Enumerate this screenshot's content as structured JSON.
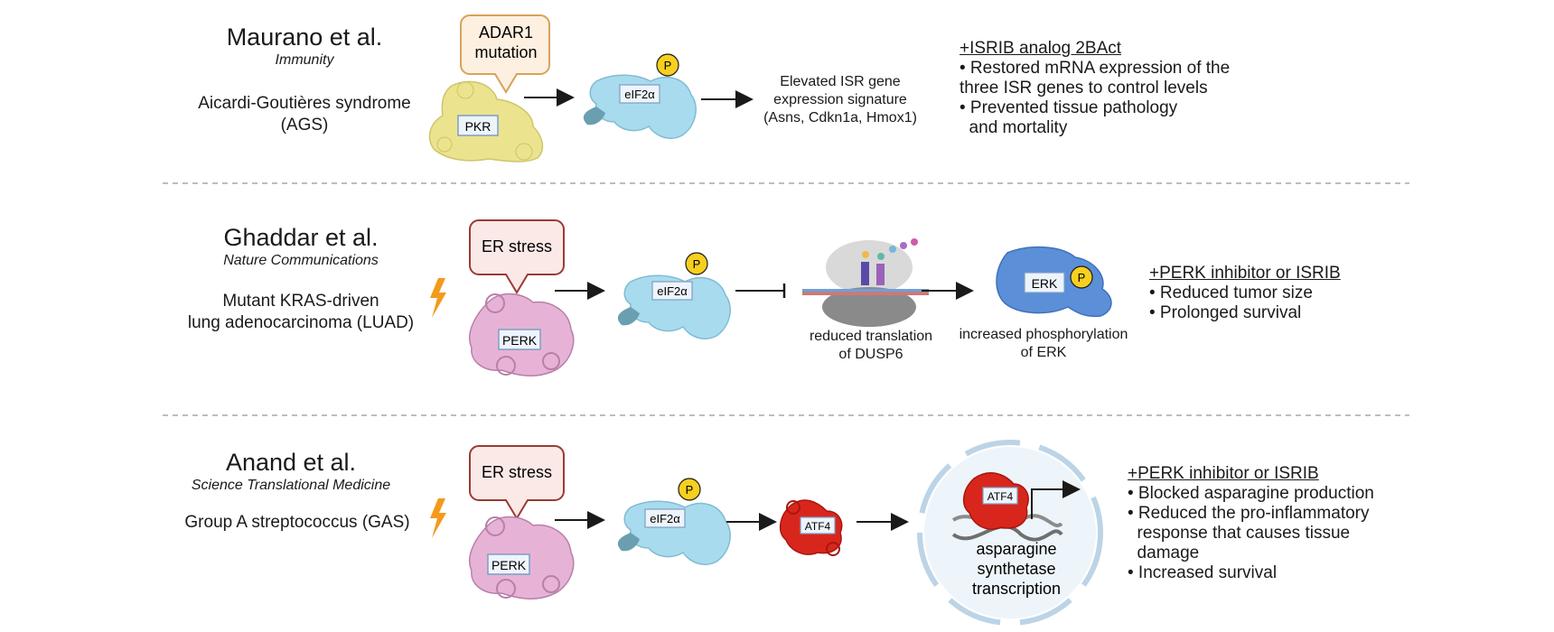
{
  "rows": [
    {
      "study": "Maurano et al.",
      "journal": "Immunity",
      "disease": [
        "Aicardi-Goutières syndrome",
        "(AGS)"
      ],
      "trigger": [
        "ADAR1",
        "mutation"
      ],
      "sensor": "PKR",
      "eif": "eIF2α",
      "phospho": "P",
      "outcome_caption": [
        "Elevated ISR gene",
        "expression signature",
        "(Asns, Cdkn1a, Hmox1)"
      ],
      "result_title": "+ISRIB analog 2BAct",
      "results": [
        "• Restored mRNA expression of the",
        "three ISR genes to control levels",
        "• Prevented tissue pathology",
        "  and mortality"
      ]
    },
    {
      "study": "Ghaddar et al.",
      "journal": "Nature Communications",
      "disease": [
        "Mutant KRAS-driven",
        "lung adenocarcinoma (LUAD)"
      ],
      "trigger": [
        "ER stress"
      ],
      "sensor": "PERK",
      "eif": "eIF2α",
      "phospho": "P",
      "ribosome_caption": [
        "reduced translation",
        "of DUSP6"
      ],
      "erk": "ERK",
      "erk_caption": [
        "increased phosphorylation",
        "of ERK"
      ],
      "result_title": "+PERK inhibitor or ISRIB",
      "results": [
        "• Reduced tumor size",
        "• Prolonged survival"
      ]
    },
    {
      "study": "Anand et al.",
      "journal": "Science Translational Medicine",
      "disease": [
        "Group A streptococcus (GAS)"
      ],
      "trigger": [
        "ER stress"
      ],
      "sensor": "PERK",
      "eif": "eIF2α",
      "phospho": "P",
      "atf4": "ATF4",
      "nucleus_atf4": "ATF4",
      "nucleus_caption": [
        "asparagine",
        "synthetase",
        "transcription"
      ],
      "result_title": "+PERK inhibitor or ISRIB",
      "results": [
        "• Blocked asparagine production",
        "• Reduced the pro-inflammatory",
        "  response that causes tissue",
        "  damage",
        "• Increased survival"
      ]
    }
  ],
  "colors": {
    "pkr": "#ece38f",
    "perk": "#e6b3d6",
    "eif2a": "#a9dbee",
    "eif2a_dark": "#6a9fb0",
    "phospho": "#f7cf1f",
    "erk": "#5b8fd8",
    "atf4": "#d9261c",
    "bolt": "#f39a1c",
    "callout_orange_fill": "#fdf0e0",
    "callout_orange_stroke": "#d9a15a",
    "callout_red_fill": "#fbe9e7",
    "callout_red_stroke": "#9a3b35",
    "nucleus_fill": "#eef5fa",
    "nucleus_stroke": "#bcd4e6",
    "divider": "#bdbdbd"
  }
}
